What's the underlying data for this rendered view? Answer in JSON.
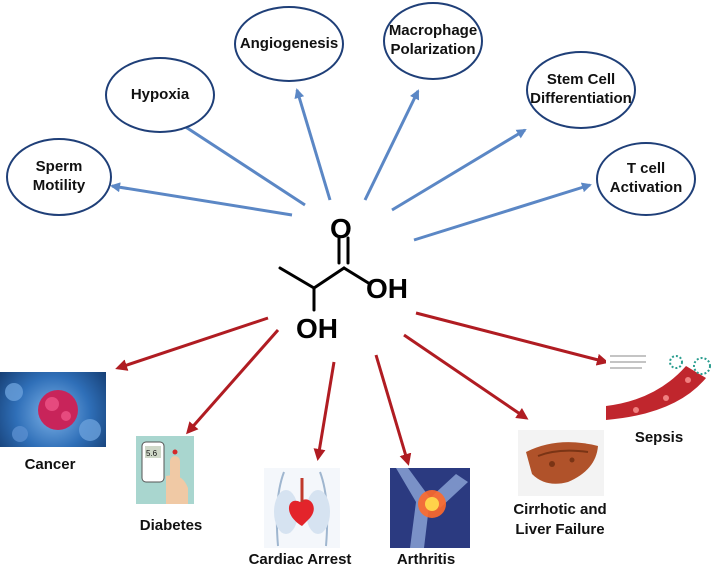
{
  "center_molecule": {
    "name_icon": "lactate-structure",
    "oh_top": "OH",
    "oh_bottom": "OH",
    "o_label": "O"
  },
  "functions": [
    {
      "key": "sperm",
      "label": "Sperm\nMotility"
    },
    {
      "key": "hypoxia",
      "label": "Hypoxia"
    },
    {
      "key": "angiogenesis",
      "label": "Angiogenesis"
    },
    {
      "key": "macrophage",
      "label": "Macrophage\nPolarization"
    },
    {
      "key": "stem",
      "label": "Stem Cell\nDifferentiation"
    },
    {
      "key": "tcell",
      "label": "T cell\nActivation"
    }
  ],
  "diseases": [
    {
      "key": "cancer",
      "label": "Cancer",
      "icon": "tumor-cell-image"
    },
    {
      "key": "diabetes",
      "label": "Diabetes",
      "icon": "glucometer-image",
      "meter_reading": "5.6"
    },
    {
      "key": "cardiac",
      "label": "Cardiac Arrest",
      "icon": "heart-image"
    },
    {
      "key": "arthritis",
      "label": "Arthritis",
      "icon": "knee-joint-image"
    },
    {
      "key": "liver",
      "label": "Cirrhotic and\nLiver Failure",
      "icon": "liver-image"
    },
    {
      "key": "sepsis",
      "label": "Sepsis",
      "icon": "blood-vessel-bacteria-image"
    }
  ],
  "colors": {
    "blue_arrow": "#5b87c5",
    "red_arrow": "#b01c22",
    "ellipse_border": "#1f3f78"
  }
}
